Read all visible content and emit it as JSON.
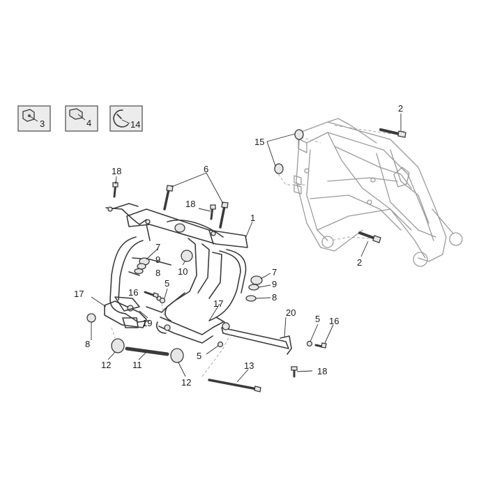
{
  "labels": {
    "l1": "1",
    "l2a": "2",
    "l2b": "2",
    "l3": "3",
    "l4": "4",
    "l5a": "5",
    "l5b": "5",
    "l5c": "5",
    "l6": "6",
    "l7a": "7",
    "l7b": "7",
    "l8a": "8",
    "l8b": "8",
    "l8c": "8",
    "l9a": "9",
    "l9b": "9",
    "l10": "10",
    "l11": "11",
    "l12a": "12",
    "l12b": "12",
    "l13": "13",
    "l14": "14",
    "l15": "15",
    "l16a": "16",
    "l16b": "16",
    "l17a": "17",
    "l17b": "17",
    "l18a": "18",
    "l18b": "18",
    "l18c": "18",
    "l19": "19",
    "l20": "20"
  }
}
